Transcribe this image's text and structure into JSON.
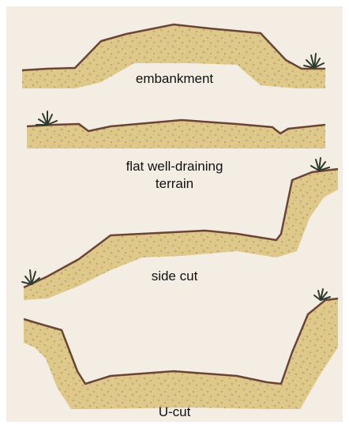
{
  "colors": {
    "background": "#F3EDE4",
    "frame": "#FFFFFF",
    "soil": "#DFC98A",
    "soil_speckle": "#B8A172",
    "outline": "#6B4436",
    "grass": "#2E3B2E"
  },
  "panels": [
    {
      "id": "embankment",
      "label": "embankment"
    },
    {
      "id": "flat",
      "label": "flat well-draining terrain"
    },
    {
      "id": "side-cut",
      "label": "side cut"
    },
    {
      "id": "u-cut",
      "label": "U-cut"
    }
  ],
  "labels": {
    "embankment": "embankment",
    "flat_line1": "flat well-draining",
    "flat_line2": "terrain",
    "side_cut": "side cut",
    "u_cut": "U-cut"
  }
}
